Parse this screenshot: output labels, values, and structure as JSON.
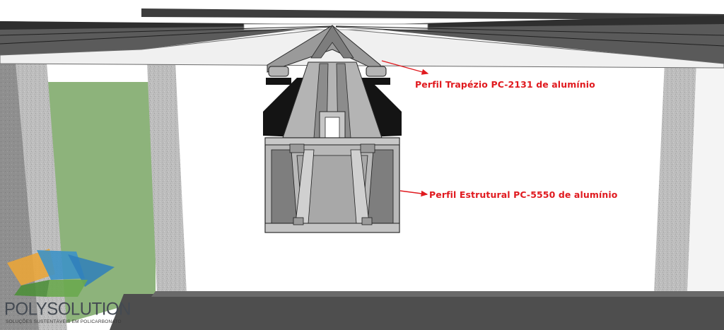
{
  "callouts": {
    "trapezio": "Perfil Trapézio PC-2131 de alumínio",
    "estrutural": "Perfil Estrutural PC-5550 de alumínio"
  },
  "brand": {
    "name": "POLYSOLUTION",
    "tagline": "SOLUÇÕES SUSTENTÁVEIS EM POLICARBONATO"
  },
  "colors": {
    "callout_red": "#e01a1f",
    "aluminum": "#b4b4b4",
    "gasket": "#141414",
    "concrete": "#bcbcbc",
    "grass": "#8db37b"
  }
}
